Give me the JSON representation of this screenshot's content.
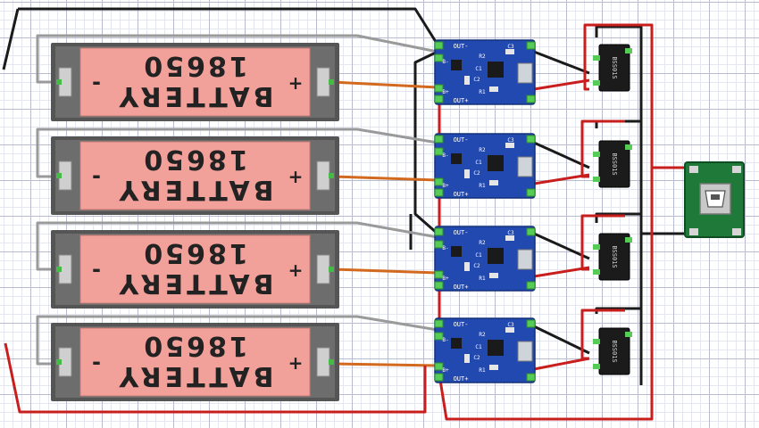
{
  "battery": {
    "title": "BATTERY",
    "model": "18650",
    "minus": "-",
    "plus": "+"
  },
  "charger": {
    "pins_top": [
      "OUT-",
      "B-",
      "B+",
      "OUT+"
    ],
    "silk": [
      "C3",
      "R2",
      "C1",
      "C2",
      "R1"
    ]
  },
  "transistor": {
    "label": "BSS01S"
  },
  "colors": {
    "red_wire": "#c81e1e",
    "black_wire": "#1a1a1a",
    "gray_wire": "#9a9a9a",
    "orange_wire": "#d2691e",
    "battery_body": "#f2a09a",
    "battery_frame": "#555555",
    "pcb_blue": "#2249b0",
    "pcb_green": "#1f7a3a"
  },
  "connector": {
    "icon": "usb-port-icon"
  }
}
